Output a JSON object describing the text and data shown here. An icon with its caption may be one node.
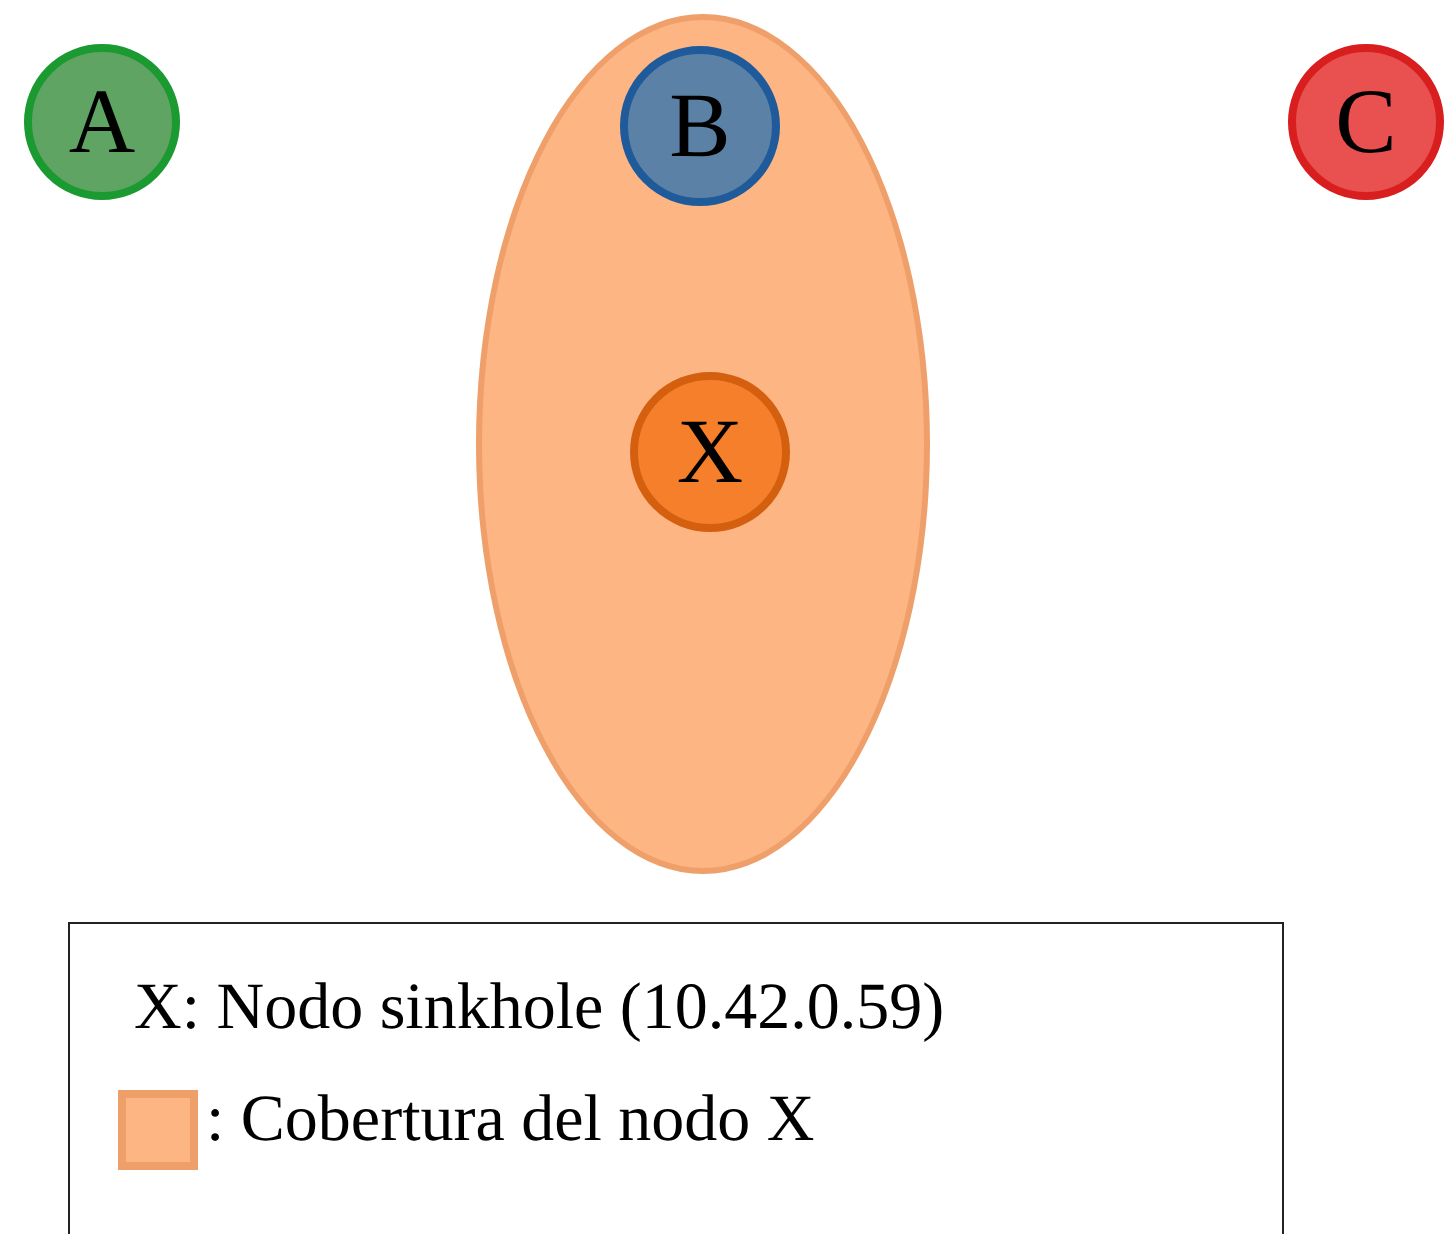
{
  "diagram": {
    "nodes": [
      {
        "text": [
          "A"
        ]
      },
      {
        "text": [],
        "shape": "ellipse"
      },
      {
        "text": [
          "B"
        ],
        "in": 1
      },
      {
        "text": [
          "C"
        ]
      },
      {
        "text": [
          "X"
        ],
        "in": 1
      }
    ],
    "edges": [],
    "labels": [
      "X: Nodo sinkhole (10.42.0.59)"
    ],
    "legend": [
      {
        "text": ": Cobertura del nodo X",
        "color": "#fdb584"
      }
    ]
  }
}
